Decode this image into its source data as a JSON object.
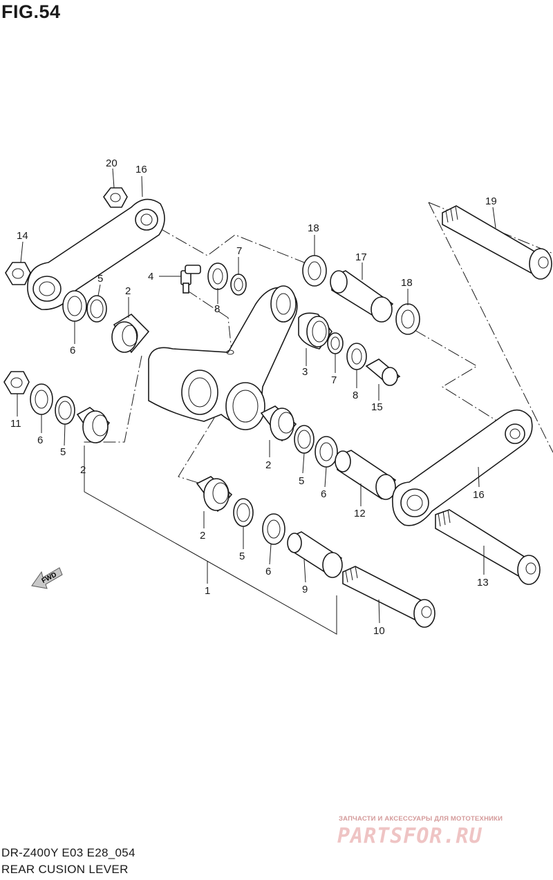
{
  "figure": {
    "title": "FIG.54"
  },
  "callouts": [
    {
      "id": "c20",
      "text": "20"
    },
    {
      "id": "c16a",
      "text": "16"
    },
    {
      "id": "c14",
      "text": "14"
    },
    {
      "id": "c18a",
      "text": "18"
    },
    {
      "id": "c7a",
      "text": "7"
    },
    {
      "id": "c4",
      "text": "4"
    },
    {
      "id": "c5a",
      "text": "5"
    },
    {
      "id": "c2a",
      "text": "2"
    },
    {
      "id": "c8a",
      "text": "8"
    },
    {
      "id": "c17",
      "text": "17"
    },
    {
      "id": "c18b",
      "text": "18"
    },
    {
      "id": "c19",
      "text": "19"
    },
    {
      "id": "c6a",
      "text": "6"
    },
    {
      "id": "c3",
      "text": "3"
    },
    {
      "id": "c7b",
      "text": "7"
    },
    {
      "id": "c8b",
      "text": "8"
    },
    {
      "id": "c15",
      "text": "15"
    },
    {
      "id": "c11",
      "text": "11"
    },
    {
      "id": "c6b",
      "text": "6"
    },
    {
      "id": "c5b",
      "text": "5"
    },
    {
      "id": "c2b",
      "text": "2"
    },
    {
      "id": "c2c",
      "text": "2"
    },
    {
      "id": "c5c",
      "text": "5"
    },
    {
      "id": "c6c",
      "text": "6"
    },
    {
      "id": "c12",
      "text": "12"
    },
    {
      "id": "c16b",
      "text": "16"
    },
    {
      "id": "c2d",
      "text": "2"
    },
    {
      "id": "c5d",
      "text": "5"
    },
    {
      "id": "c6d",
      "text": "6"
    },
    {
      "id": "c13",
      "text": "13"
    },
    {
      "id": "c1",
      "text": "1"
    },
    {
      "id": "c9",
      "text": "9"
    },
    {
      "id": "c10",
      "text": "10"
    }
  ],
  "fwd_arrow": {
    "label": "FWD"
  },
  "footer": {
    "model_code": "DR-Z400Y E03 E28_054",
    "section_title": "REAR CUSION LEVER"
  },
  "watermark": {
    "caption": "ЗАПЧАСТИ И АКСЕССУАРЫ ДЛЯ МОТОТЕХНИКИ",
    "logo": "PARTSFOR.RU"
  }
}
